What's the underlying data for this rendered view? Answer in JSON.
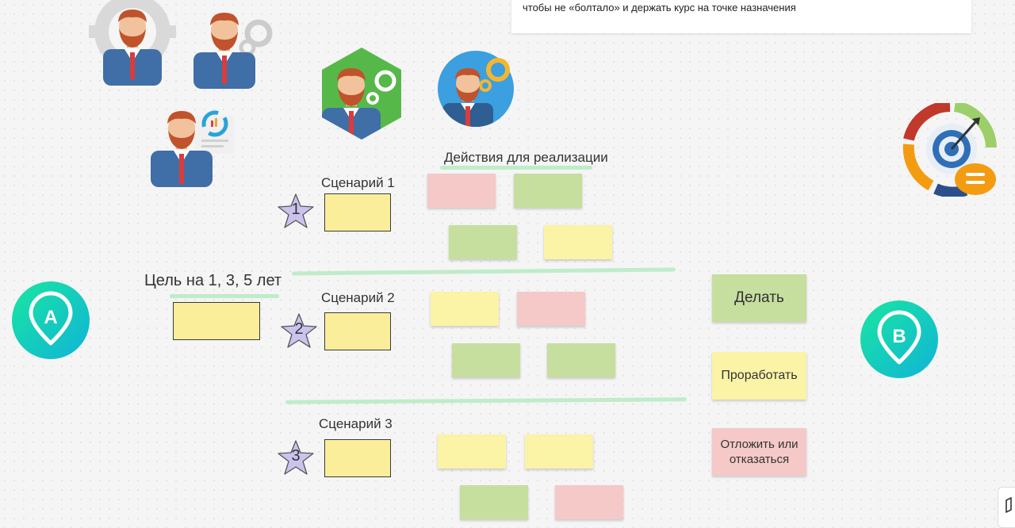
{
  "header_note": {
    "text": "чтобы не «болтало» и держать курс на точке назначения"
  },
  "actions_title": "Действия для реализации",
  "goal": {
    "label": "Цель на 1, 3, 5 лет"
  },
  "scenarios": [
    {
      "title": "Сценарий 1",
      "number": "1"
    },
    {
      "title": "Сценарий 2",
      "number": "2"
    },
    {
      "title": "Сценарий 3",
      "number": "3"
    }
  ],
  "decisions": {
    "do": "Делать",
    "work_out": "Проработать",
    "postpone": "Отложить или отказаться"
  },
  "markers": {
    "start": "A",
    "finish": "B"
  },
  "colors": {
    "pink": "#f4c9c8",
    "green": "#c6df9f",
    "yellow": "#fbf3a6",
    "accent": "#19e6a0"
  }
}
